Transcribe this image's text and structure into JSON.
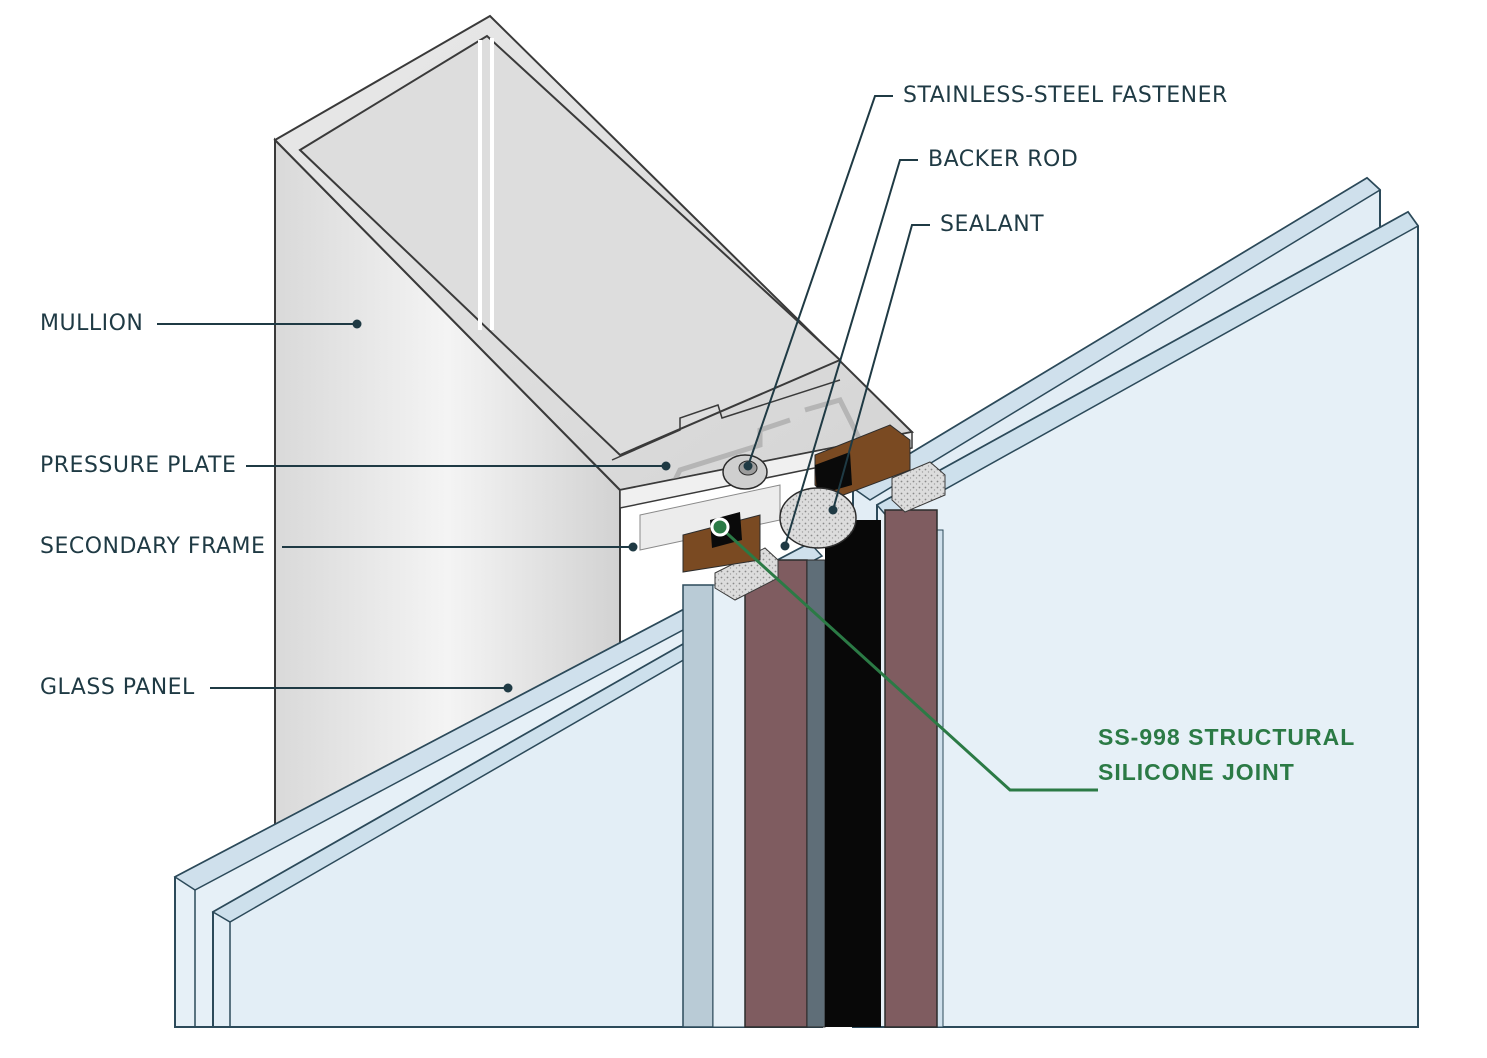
{
  "labels": {
    "mullion": "MULLION",
    "pressure_plate": "PRESSURE PLATE",
    "secondary_frame": "SECONDARY FRAME",
    "glass_panel": "GLASS PANEL",
    "fastener": "STAINLESS-STEEL FASTENER",
    "backer_rod": "BACKER ROD",
    "sealant": "SEALANT"
  },
  "callout": {
    "line1": "SS-998 STRUCTURAL",
    "line2": "SILICONE JOINT"
  },
  "colors": {
    "leader": "#1f3a44",
    "callout": "#2b7a45",
    "glass": "#e6f0f7",
    "glass_edge": "#b9cfdc",
    "spacer": "#7f5c60",
    "gasket": "#080808",
    "wood": "#7a4a22",
    "metal": "#e8e8e8"
  }
}
